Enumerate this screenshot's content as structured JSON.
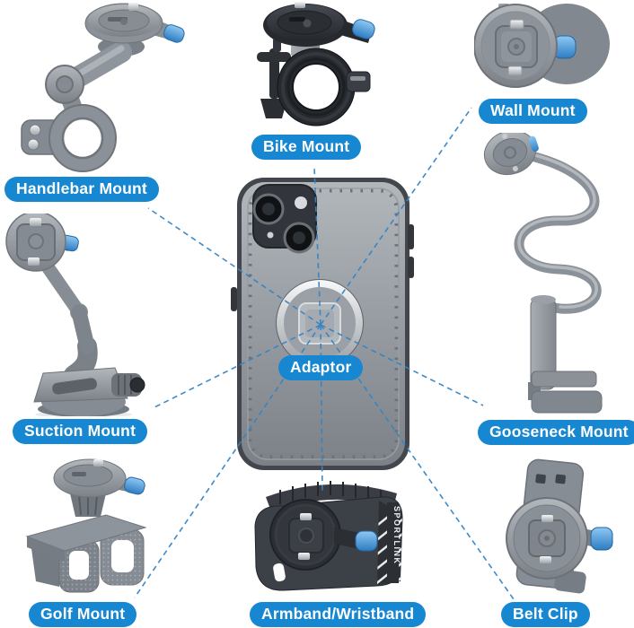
{
  "diagram": {
    "accent_color": "#1787d1",
    "line_color": "#3584c4",
    "blue_button_color": "#57a7e8",
    "center": {
      "label": "Adaptor"
    },
    "mounts": [
      {
        "id": "handlebar",
        "label": "Handlebar Mount"
      },
      {
        "id": "bike",
        "label": "Bike Mount"
      },
      {
        "id": "wall",
        "label": "Wall Mount"
      },
      {
        "id": "suction",
        "label": "Suction Mount"
      },
      {
        "id": "gooseneck",
        "label": "Gooseneck Mount"
      },
      {
        "id": "golf",
        "label": "Golf Mount"
      },
      {
        "id": "armband",
        "label": "Armband/Wristband"
      },
      {
        "id": "beltclip",
        "label": "Belt Clip"
      }
    ],
    "armband_brand": "SPORTLINK"
  }
}
